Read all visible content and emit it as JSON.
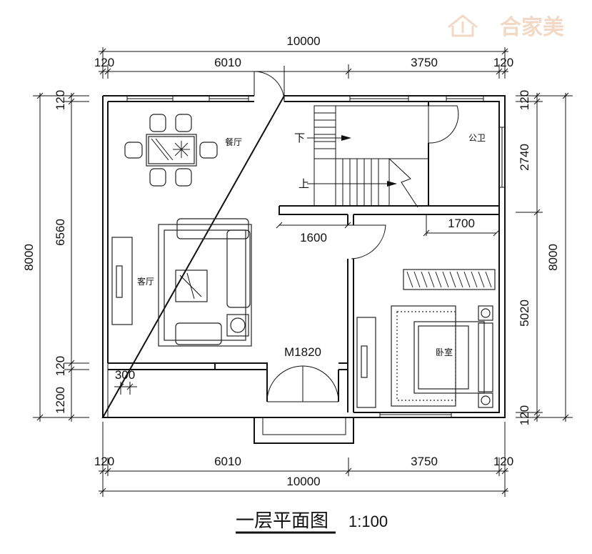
{
  "logo": {
    "text": "合家美",
    "color": "#f1d9c6"
  },
  "title": {
    "text": "一层平面图",
    "scale": "1:100"
  },
  "dimensions": {
    "top_total": "10000",
    "top_left_margin": "120",
    "top_left": "6010",
    "top_right": "3750",
    "top_right_margin": "120",
    "bottom_left_margin": "120",
    "bottom_left": "6010",
    "bottom_right": "3750",
    "bottom_right_margin": "120",
    "bottom_total": "10000",
    "left_total": "8000",
    "left_top_margin": "120",
    "left_main": "6560",
    "left_b1": "1200",
    "left_b2": "120",
    "right_top_margin": "120",
    "right_upper": "2740",
    "right_total": "8000",
    "right_lower": "5020",
    "right_bottom_margin": "120",
    "inner_1600": "1600",
    "inner_1700": "1700",
    "inner_300": "300",
    "door_label": "M1820"
  },
  "rooms": {
    "dining": "餐厅",
    "living": "客厅",
    "bathroom": "公卫",
    "bedroom": "卧室"
  },
  "stairs": {
    "down": "下",
    "up": "上"
  }
}
